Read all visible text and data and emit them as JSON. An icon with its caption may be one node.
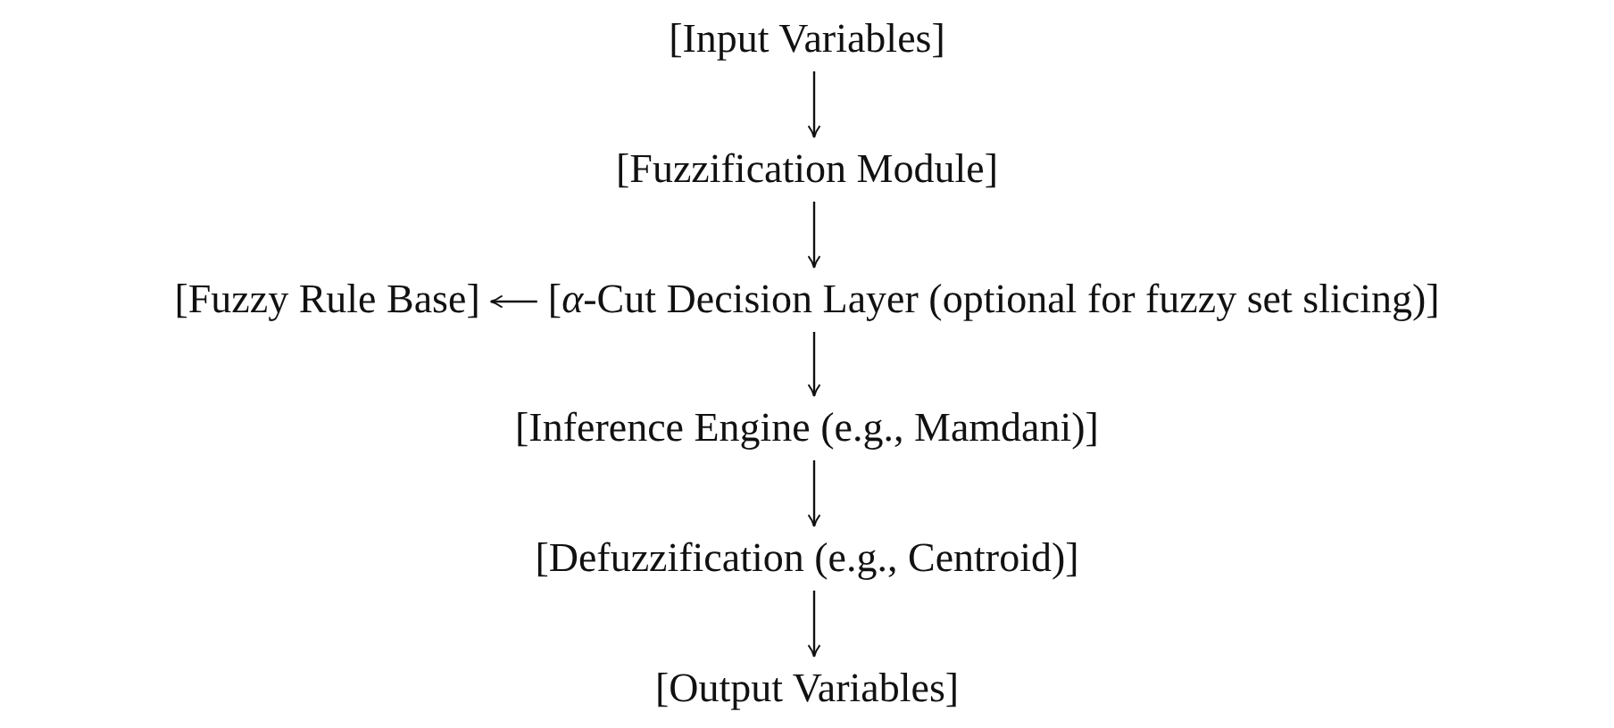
{
  "diagram": {
    "nodes": [
      {
        "text": [
          "[Input Variables]"
        ]
      },
      {
        "text": [
          "[Fuzzification Module]"
        ]
      },
      {
        "text": [
          "[Fuzzy Rule Base]"
        ]
      },
      {
        "text": [
          "[*α*-Cut Decision Layer (optional for fuzzy set slicing)]"
        ]
      },
      {
        "text": [
          "[Inference Engine (e.g., Mamdani)]"
        ]
      },
      {
        "text": [
          "[Defuzzification (e.g., Centroid)]"
        ]
      },
      {
        "text": [
          "[Output Variables]"
        ]
      }
    ],
    "edges": [
      {
        "from": 0,
        "to": 1,
        "arrow": "to"
      },
      {
        "from": 1,
        "to": 3,
        "arrow": "to"
      },
      {
        "from": 3,
        "to": 2,
        "arrow": "to"
      },
      {
        "from": 3,
        "to": 4,
        "arrow": "to"
      },
      {
        "from": 4,
        "to": 5,
        "arrow": "to"
      },
      {
        "from": 5,
        "to": 6,
        "arrow": "to"
      }
    ]
  }
}
